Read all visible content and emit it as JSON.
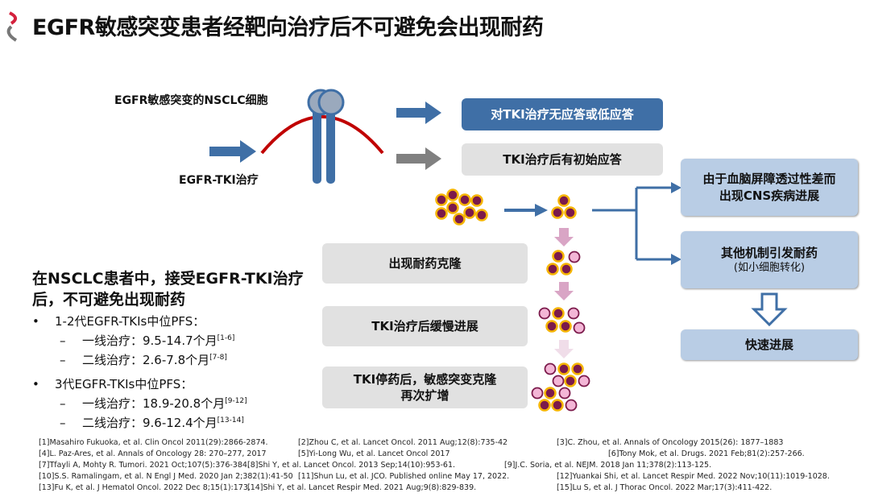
{
  "title": "EGFR敏感突变患者经靶向治疗后不可避免会出现耐药",
  "diagram": {
    "cell_label": "EGFR敏感突变的NSCLC细胞",
    "treatment_label": "EGFR-TKI治疗",
    "no_response": "对TKI治疗无应答或低应答",
    "initial_response": "TKI治疗后有初始应答",
    "stage1": "出现耐药克隆",
    "stage2": "TKI治疗后缓慢进展",
    "stage3_line1": "TKI停药后，敏感突变克隆",
    "stage3_line2": "再次扩增",
    "cns_line1": "由于血脑屏障透过性差而",
    "cns_line2": "出现CNS疾病进展",
    "other_line1": "其他机制引发耐药",
    "other_line2": "(如小细胞转化)",
    "rapid": "快速进展",
    "colors": {
      "blue": "#3f6fa6",
      "red": "#c00000",
      "cell_fill": "#7b1a4b",
      "cell_ring": "#f5b400",
      "resistant_fill": "#f3b6d6",
      "arrow_pink": "#d9a5c5"
    }
  },
  "left": {
    "heading_line1": "在NSCLC患者中，接受EGFR-TKI治疗",
    "heading_line2": "后，不可避免出现耐药",
    "groups": [
      {
        "label": "1-2代EGFR-TKIs中位PFS：",
        "items": [
          {
            "text": "一线治疗：9.5-14.7个月",
            "ref": "[1-6]"
          },
          {
            "text": "二线治疗：2.6-7.8个月",
            "ref": "[7-8]"
          }
        ]
      },
      {
        "label": "3代EGFR-TKIs中位PFS：",
        "items": [
          {
            "text": "一线治疗：18.9-20.8个月",
            "ref": "[9-12]"
          },
          {
            "text": "二线治疗：9.6-12.4个月",
            "ref": "[13-14]"
          }
        ]
      }
    ]
  },
  "refs": {
    "r1": "[1]Masahiro Fukuoka, et al. Clin Oncol 2011(29):2866-2874.",
    "r2": "[2]Zhou C, et al. Lancet Oncol. 2011 Aug;12(8):735-42",
    "r3": "[3]C. Zhou, et al. Annals of Oncology 2015(26): 1877–1883",
    "r4": "[4]L. Paz-Ares, et al. Annals of Oncology 28: 270–277, 2017",
    "r5": "[5]Yi-Long Wu, et al. Lancet Oncol 2017",
    "r6": "[6]Tony Mok, et al. Drugs. 2021 Feb;81(2):257-266.",
    "r7": "[7]Tfayli A, Mohty R. Tumori. 2021 Oct;107(5):376-384.",
    "r8": "[8]Shi Y, et al. Lancet Oncol. 2013 Sep;14(10):953-61.",
    "r9": "[9]J.C. Soria, et al. NEJM. 2018 Jan 11;378(2):113-125.",
    "r10": "[10]S.S. Ramalingam, et al. N Engl J Med. 2020 Jan 2;382(1):41-50",
    "r11": "[11]Shun Lu, et al. JCO. Published online May 17, 2022.",
    "r12": "[12]Yuankai Shi, et al. Lancet Respir Med. 2022 Nov;10(11):1019-1028.",
    "r13": "[13]Fu K, et al. J Hematol Oncol. 2022 Dec 8;15(1):173.",
    "r14": "[14]Shi Y, et al. Lancet Respir Med. 2021 Aug;9(8):829-839.",
    "r15": "[15]Lu S, et al. J Thorac Oncol. 2022 Mar;17(3):411-422."
  }
}
